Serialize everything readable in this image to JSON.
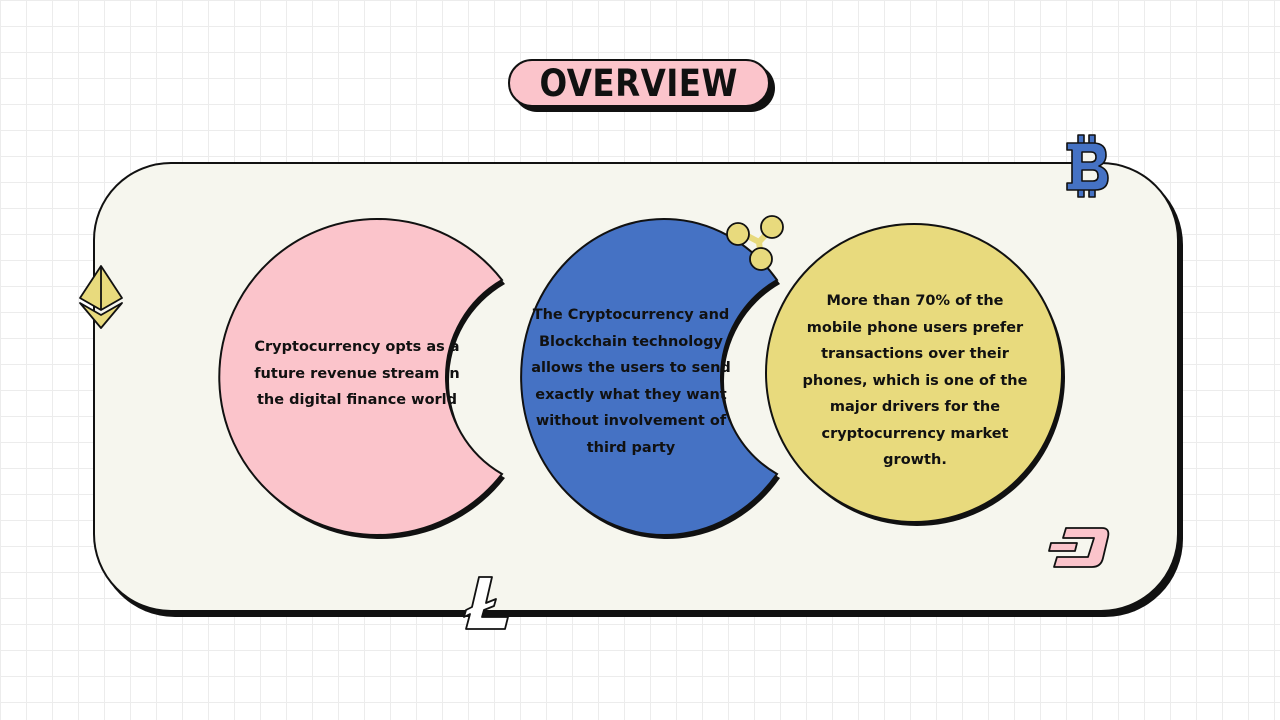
{
  "title": "OVERVIEW",
  "items": [
    {
      "text": "Cryptocurrency opts as a future revenue stream in the digital finance world"
    },
    {
      "text": "The Cryptocurrency and Blockchain technology allows the users to send exactly what they want without involvement of third party"
    },
    {
      "text": "More than 70% of the mobile phone users prefer transactions over their phones, which is one of the major drivers for the cryptocurrency market growth."
    }
  ],
  "colors": {
    "pink": "#fbc4cb",
    "blue": "#4572c4",
    "yellow": "#e8da7d",
    "panel": "#f6f6ee",
    "outline": "#111111"
  },
  "icons": [
    "ethereum-icon",
    "ripple-icon",
    "bitcoin-icon",
    "litecoin-icon",
    "dash-icon"
  ]
}
